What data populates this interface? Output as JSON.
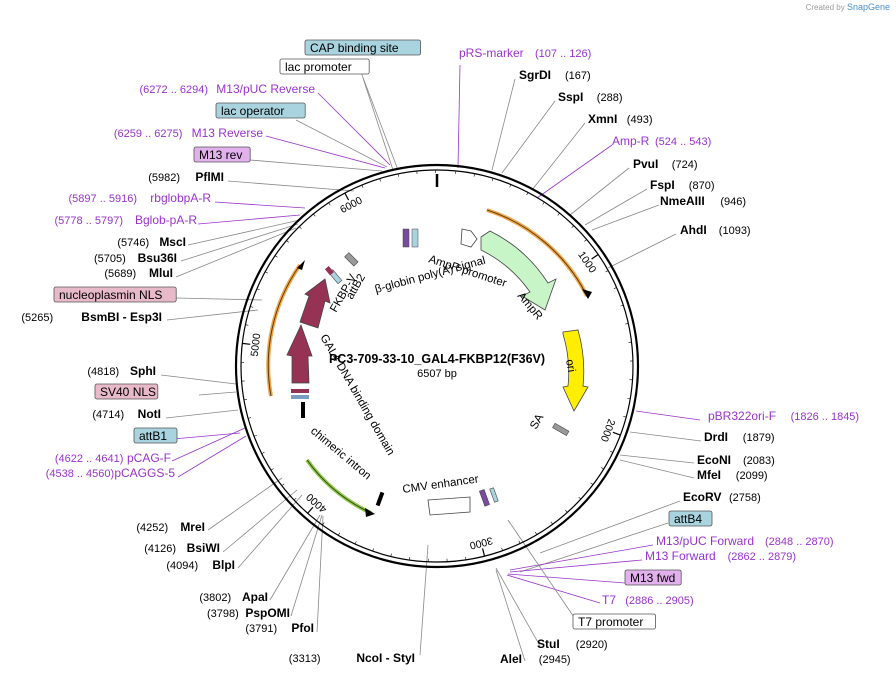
{
  "credit": {
    "prefix": "Created by",
    "brand": "SnapGene"
  },
  "plasmid": {
    "name": "PC3-709-33-10_GAL4-FKBP12(F36V)",
    "length_label": "6507 bp",
    "length_bp": 6507
  },
  "colors": {
    "primer": "#9933cc",
    "enzyme": "#000000",
    "feature_box_blue": "#a9d4df",
    "feature_box_pink": "#e8b9c9",
    "feature_box_purple": "#e2b0ec",
    "ampR": "#c8f5c8",
    "ori": "#ffee00",
    "nls": "#963355",
    "orange_arc": "#f1a84a",
    "green_arc": "#92c84a"
  },
  "tick_labels": [
    "1000",
    "2000",
    "3000",
    "4000",
    "5000",
    "6000"
  ],
  "labels": [
    {
      "kind": "box",
      "style": "blue",
      "text": "CAP binding site"
    },
    {
      "kind": "box",
      "style": "white",
      "text": "lac promoter"
    },
    {
      "kind": "primer",
      "text": "M13/pUC Reverse",
      "pos": "(6272 .. 6294)"
    },
    {
      "kind": "box",
      "style": "blue",
      "text": "lac operator"
    },
    {
      "kind": "primer",
      "text": "M13 Reverse",
      "pos": "(6259 .. 6275)"
    },
    {
      "kind": "box",
      "style": "purple",
      "text": "M13 rev"
    },
    {
      "kind": "enzyme",
      "text": "PflMI",
      "pos": "(5982)"
    },
    {
      "kind": "primer",
      "text": "rbglobpA-R",
      "pos": "(5897 .. 5916)"
    },
    {
      "kind": "primer",
      "text": "Bglob-pA-R",
      "pos": "(5778 .. 5797)"
    },
    {
      "kind": "enzyme",
      "text": "MscI",
      "pos": "(5746)"
    },
    {
      "kind": "enzyme",
      "text": "Bsu36I",
      "pos": "(5705)"
    },
    {
      "kind": "enzyme",
      "text": "MluI",
      "pos": "(5689)"
    },
    {
      "kind": "box",
      "style": "pink",
      "text": "nucleoplasmin NLS"
    },
    {
      "kind": "enzyme",
      "text": "BsmBI  - Esp3I",
      "pos": "(5265)"
    },
    {
      "kind": "enzyme",
      "text": "SphI",
      "pos": "(4818)"
    },
    {
      "kind": "box",
      "style": "pink",
      "text": "SV40 NLS"
    },
    {
      "kind": "enzyme",
      "text": "NotI",
      "pos": "(4714)"
    },
    {
      "kind": "box",
      "style": "blue",
      "text": "attB1"
    },
    {
      "kind": "primer",
      "text": "pCAG-F",
      "pos": "(4622 .. 4641)"
    },
    {
      "kind": "primer",
      "text": "pCAGGS-5",
      "pos": "(4538 .. 4560)"
    },
    {
      "kind": "enzyme",
      "text": "MreI",
      "pos": "(4252)"
    },
    {
      "kind": "enzyme",
      "text": "BsiWI",
      "pos": "(4126)"
    },
    {
      "kind": "enzyme",
      "text": "BlpI",
      "pos": "(4094)"
    },
    {
      "kind": "enzyme",
      "text": "ApaI",
      "pos": "(3802)"
    },
    {
      "kind": "enzyme",
      "text": "PspOMI",
      "pos": "(3798)"
    },
    {
      "kind": "enzyme",
      "text": "PfoI",
      "pos": "(3791)"
    },
    {
      "kind": "enzyme",
      "text": "NcoI  - StyI",
      "pos": "(3313)"
    },
    {
      "kind": "primer",
      "text": "pRS-marker",
      "pos": "(107 .. 126)"
    },
    {
      "kind": "enzyme",
      "text": "SgrDI",
      "pos": "(167)"
    },
    {
      "kind": "enzyme",
      "text": "SspI",
      "pos": "(288)"
    },
    {
      "kind": "enzyme",
      "text": "XmnI",
      "pos": "(493)"
    },
    {
      "kind": "primer",
      "text": "Amp-R",
      "pos": "(524 .. 543)"
    },
    {
      "kind": "enzyme",
      "text": "PvuI",
      "pos": "(724)"
    },
    {
      "kind": "enzyme",
      "text": "FspI",
      "pos": "(870)"
    },
    {
      "kind": "enzyme",
      "text": "NmeAIII",
      "pos": "(946)"
    },
    {
      "kind": "enzyme",
      "text": "AhdI",
      "pos": "(1093)"
    },
    {
      "kind": "primer",
      "text": "pBR322ori-F",
      "pos": "(1826 .. 1845)"
    },
    {
      "kind": "enzyme",
      "text": "DrdI",
      "pos": "(1879)"
    },
    {
      "kind": "enzyme",
      "text": "EcoNI",
      "pos": "(2083)"
    },
    {
      "kind": "enzyme",
      "text": "MfeI",
      "pos": "(2099)"
    },
    {
      "kind": "enzyme",
      "text": "EcoRV",
      "pos": "(2758)"
    },
    {
      "kind": "box",
      "style": "blue",
      "text": "attB4"
    },
    {
      "kind": "primer",
      "text": "M13/pUC Forward",
      "pos": "(2848 .. 2870)"
    },
    {
      "kind": "primer",
      "text": "M13 Forward",
      "pos": "(2862 .. 2879)"
    },
    {
      "kind": "box",
      "style": "purple",
      "text": "M13 fwd"
    },
    {
      "kind": "primer",
      "text": "T7",
      "pos": "(2886 .. 2905)"
    },
    {
      "kind": "box",
      "style": "white",
      "text": "T7 promoter"
    },
    {
      "kind": "enzyme",
      "text": "StuI",
      "pos": "(2920)"
    },
    {
      "kind": "enzyme",
      "text": "AleI",
      "pos": "(2945)"
    }
  ],
  "inner_labels": [
    "AmpR promoter",
    "β-globin poly(A) signal",
    "AmpR",
    "ori",
    "SA",
    "CMV enhancer",
    "chimeric intron",
    "GAL4 DNA binding domain",
    "FKBP-V",
    "attB2"
  ]
}
